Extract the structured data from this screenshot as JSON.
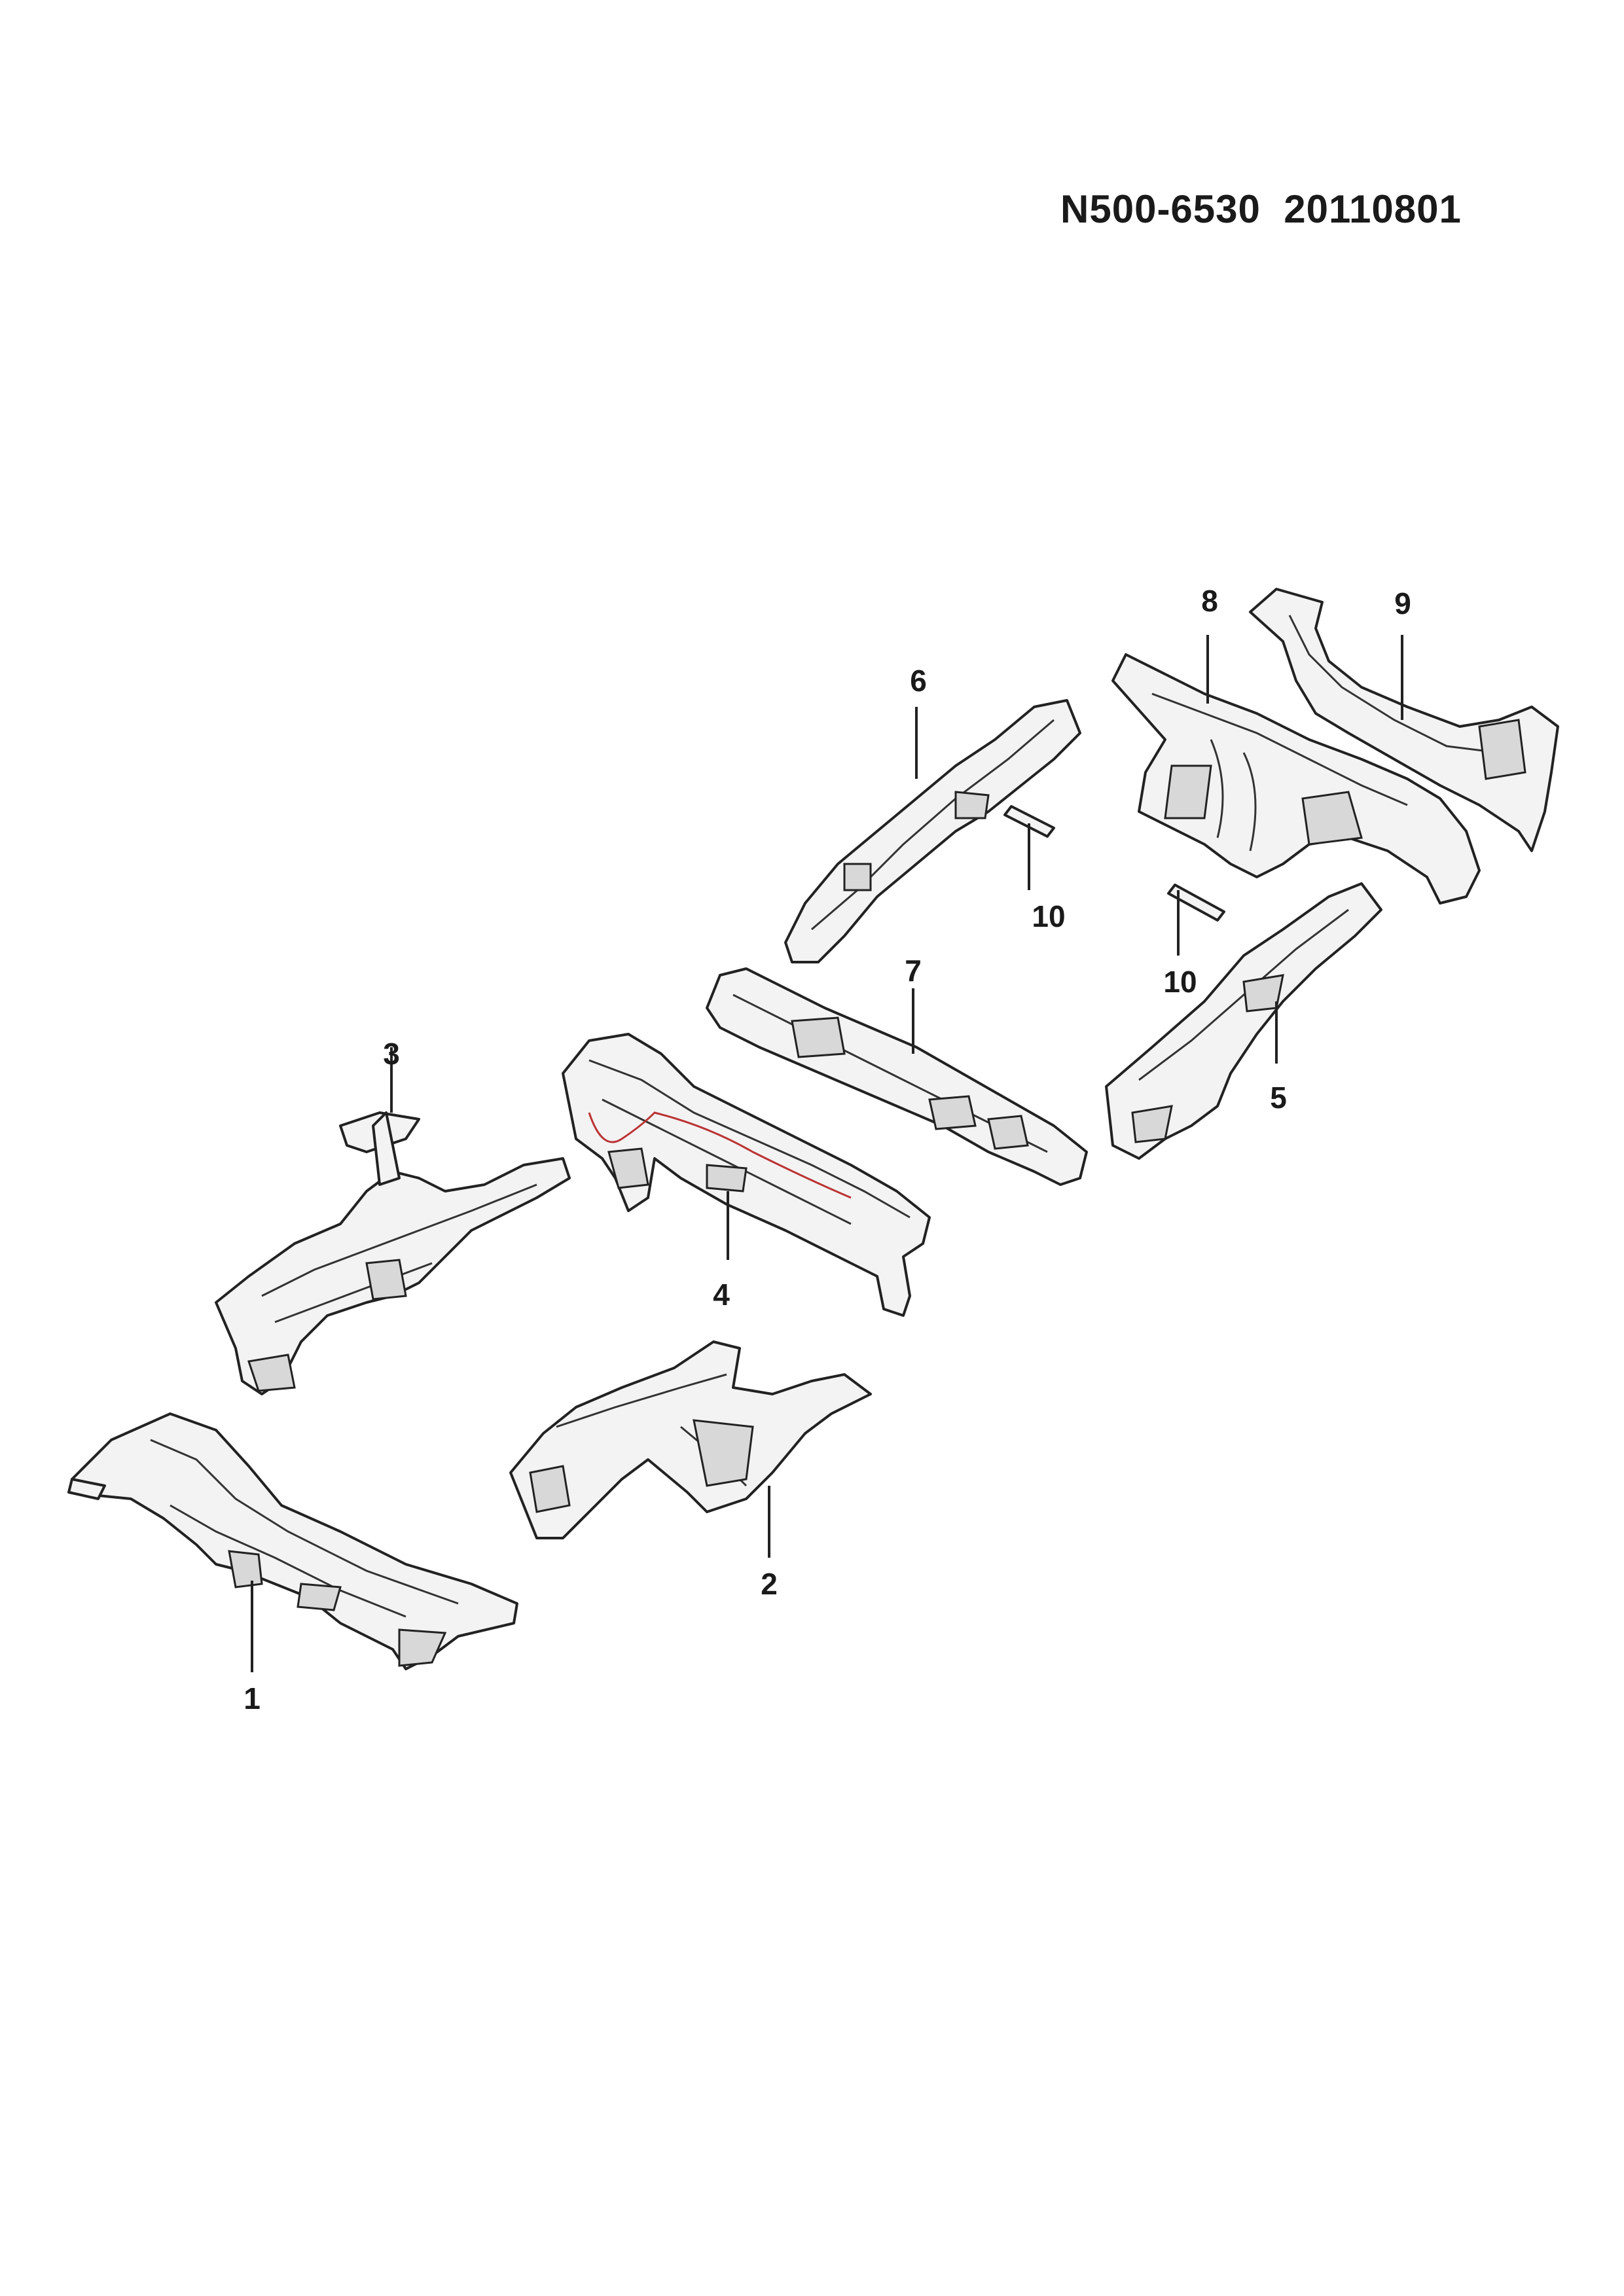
{
  "header": {
    "code": "N500-6530  20110801"
  },
  "callouts": [
    {
      "id": "c1",
      "label": "1"
    },
    {
      "id": "c2",
      "label": "2"
    },
    {
      "id": "c3",
      "label": "3"
    },
    {
      "id": "c4",
      "label": "4"
    },
    {
      "id": "c5",
      "label": "5"
    },
    {
      "id": "c6",
      "label": "6"
    },
    {
      "id": "c7",
      "label": "7"
    },
    {
      "id": "c8",
      "label": "8"
    },
    {
      "id": "c9",
      "label": "9"
    },
    {
      "id": "c10a",
      "label": "10"
    },
    {
      "id": "c10b",
      "label": "10"
    }
  ]
}
